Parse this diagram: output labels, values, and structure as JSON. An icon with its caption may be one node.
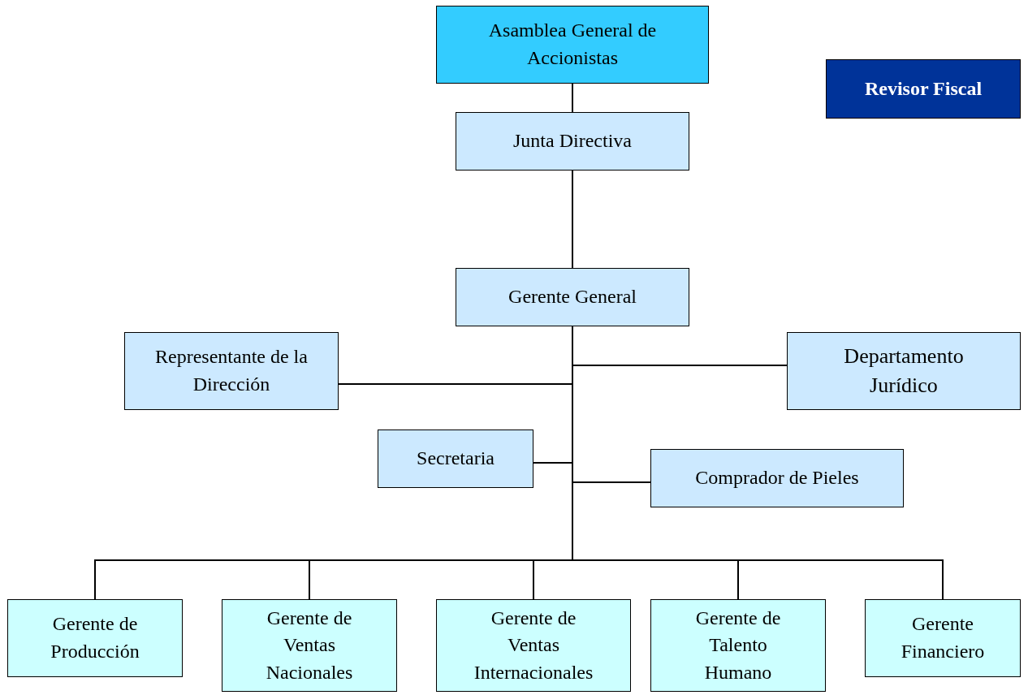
{
  "diagram": {
    "nodes": [
      {
        "text": [
          "Asamblea General de Accionistas"
        ]
      },
      {
        "text": [
          "Revisor Fiscal"
        ]
      },
      {
        "text": [
          "Junta Directiva"
        ]
      },
      {
        "text": [
          "Gerente General"
        ]
      },
      {
        "text": [
          "Representante de la Dirección"
        ]
      },
      {
        "text": [
          "Departamento Jurídico"
        ]
      },
      {
        "text": [
          "Secretaria"
        ]
      },
      {
        "text": [
          "Comprador de Pieles"
        ]
      },
      {
        "text": [
          "Gerente de Producción"
        ]
      },
      {
        "text": [
          "Gerente de Ventas Nacionales"
        ]
      },
      {
        "text": [
          "Gerente de Ventas Internacionales"
        ]
      },
      {
        "text": [
          "Gerente de Talento Humano"
        ]
      },
      {
        "text": [
          "Gerente Financiero"
        ]
      }
    ],
    "edges": [
      {
        "from": 0,
        "to": 2,
        "arrow": "none"
      },
      {
        "from": 2,
        "to": 3,
        "arrow": "none"
      },
      {
        "from": 3,
        "to": 4,
        "arrow": "none"
      },
      {
        "from": 3,
        "to": 5,
        "arrow": "none"
      },
      {
        "from": 3,
        "to": 6,
        "arrow": "none"
      },
      {
        "from": 3,
        "to": 7,
        "arrow": "none"
      },
      {
        "from": 3,
        "to": 8,
        "arrow": "none"
      },
      {
        "from": 3,
        "to": 9,
        "arrow": "none"
      },
      {
        "from": 3,
        "to": 10,
        "arrow": "none"
      },
      {
        "from": 3,
        "to": 11,
        "arrow": "none"
      },
      {
        "from": 3,
        "to": 12,
        "arrow": "none"
      }
    ]
  }
}
